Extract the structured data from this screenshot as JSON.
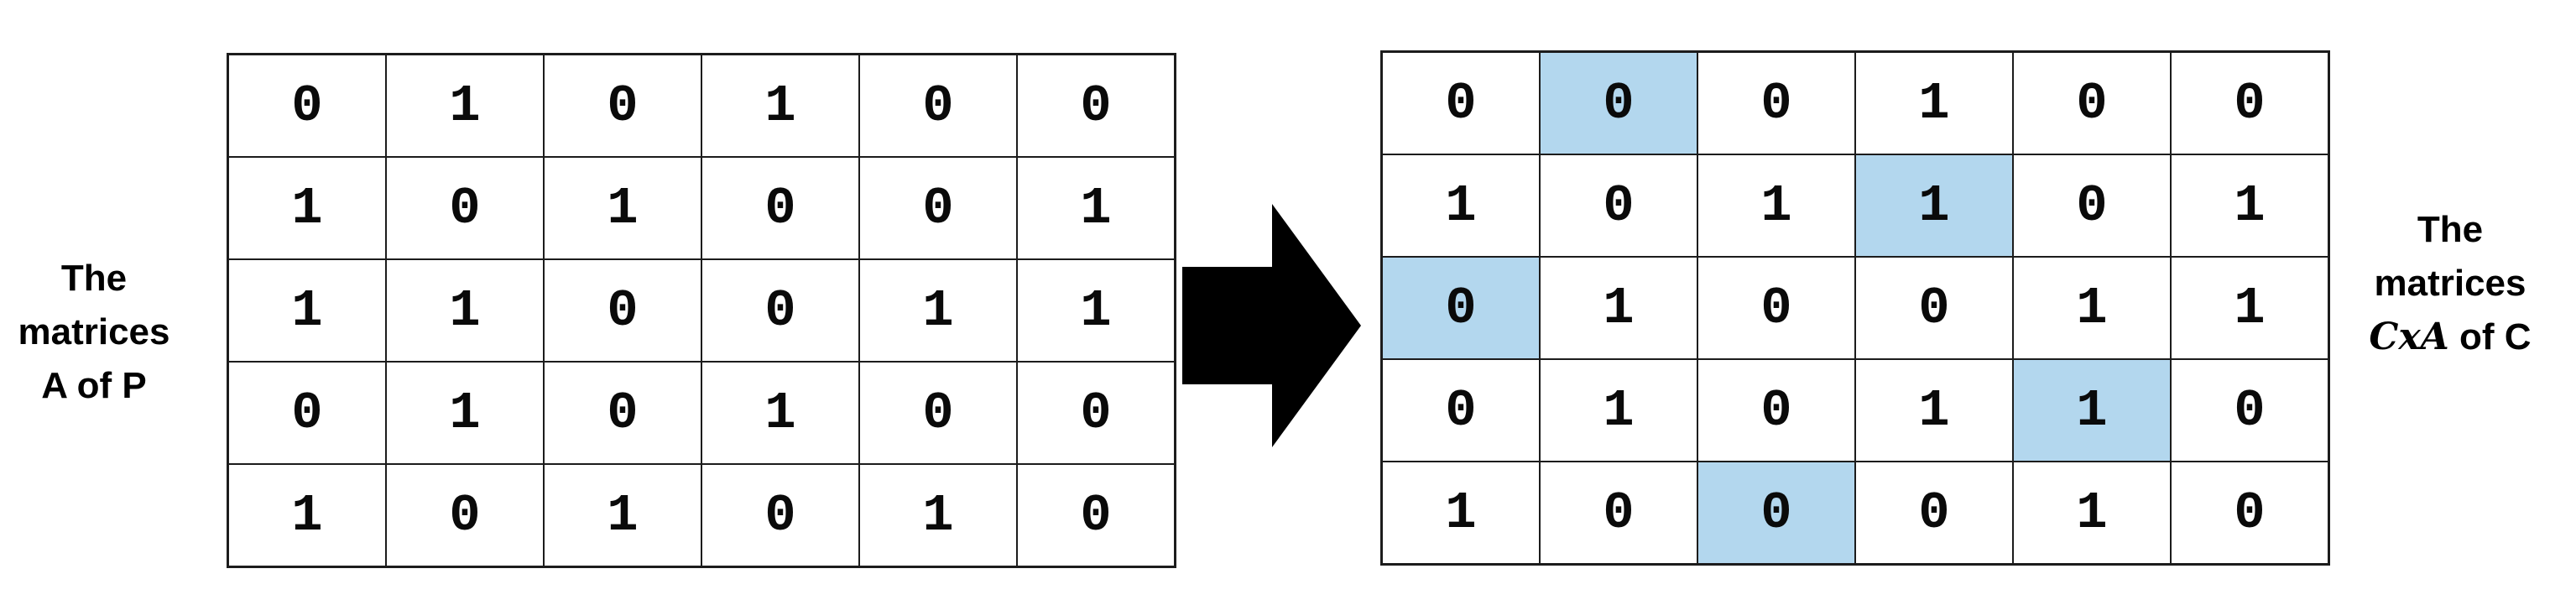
{
  "left_label": {
    "line1": "The",
    "line2": "matrices",
    "line3": "A of P"
  },
  "right_label": {
    "line1": "The",
    "line2": "matrices",
    "line3_math": "CxA",
    "line3_rest": " of C"
  },
  "left_matrix": {
    "rows": [
      [
        0,
        1,
        0,
        1,
        0,
        0
      ],
      [
        1,
        0,
        1,
        0,
        0,
        1
      ],
      [
        1,
        1,
        0,
        0,
        1,
        1
      ],
      [
        0,
        1,
        0,
        1,
        0,
        0
      ],
      [
        1,
        0,
        1,
        0,
        1,
        0
      ]
    ]
  },
  "right_matrix": {
    "rows": [
      [
        0,
        0,
        0,
        1,
        0,
        0
      ],
      [
        1,
        0,
        1,
        1,
        0,
        1
      ],
      [
        0,
        1,
        0,
        0,
        1,
        1
      ],
      [
        0,
        1,
        0,
        1,
        1,
        0
      ],
      [
        1,
        0,
        0,
        0,
        1,
        0
      ]
    ],
    "highlighted_cells": [
      [
        0,
        1
      ],
      [
        1,
        3
      ],
      [
        2,
        0
      ],
      [
        3,
        4
      ],
      [
        4,
        2
      ]
    ]
  },
  "icons": {
    "arrow": "right-arrow"
  },
  "colors": {
    "highlight_fill": "#B3D7EE",
    "grid_border": "#1C1C1C",
    "arrow_fill": "#000000",
    "background": "#FFFFFF"
  }
}
